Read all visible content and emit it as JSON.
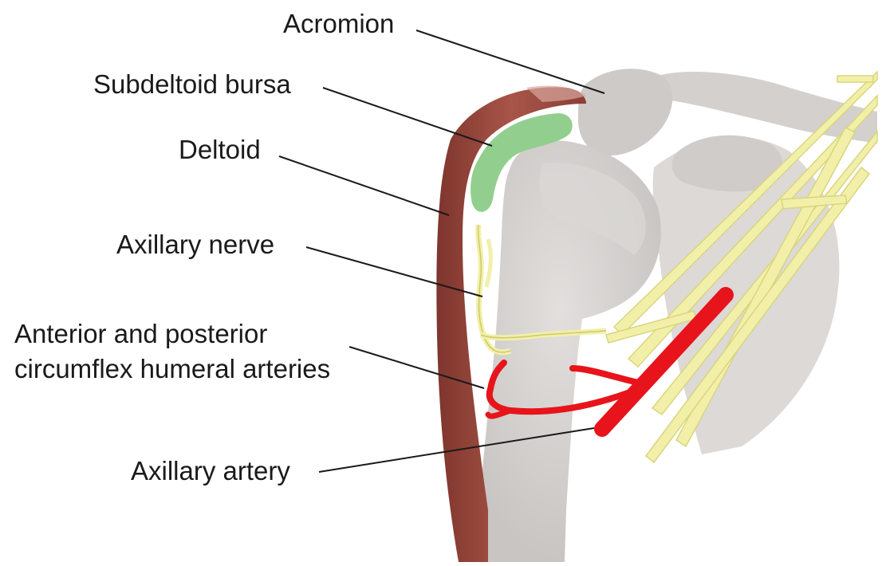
{
  "labels": {
    "acromion": "Acromion",
    "subdeltoid_bursa": "Subdeltoid bursa",
    "deltoid": "Deltoid",
    "axillary_nerve": "Axillary nerve",
    "circumflex_line1": "Anterior and posterior",
    "circumflex_line2": "circumflex humeral arteries",
    "axillary_artery": "Axillary artery"
  },
  "colors": {
    "bone": "#d7d4d2",
    "bone_shadow": "#c4c1bf",
    "muscle": "#9b4a3f",
    "muscle_light": "#c9847a",
    "bursa": "#92cf8e",
    "nerve": "#f2f0a8",
    "nerve_stroke": "#d9d57e",
    "artery": "#e8141b",
    "leader": "#1a1a1a"
  }
}
